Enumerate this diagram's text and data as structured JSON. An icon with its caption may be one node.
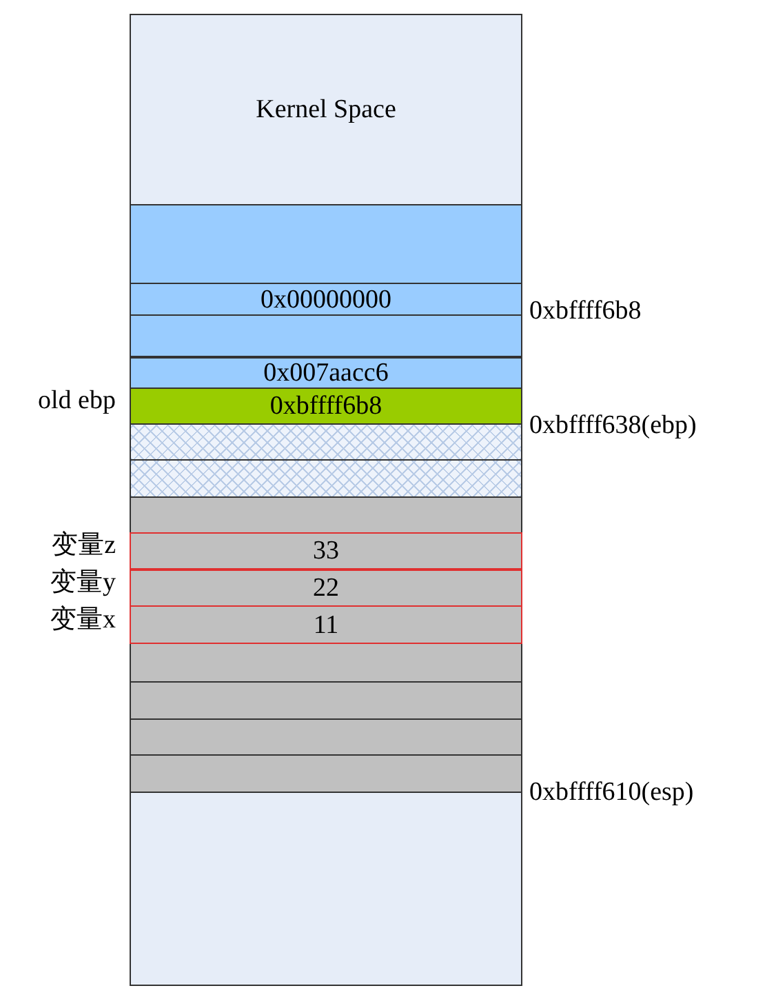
{
  "diagram": {
    "nodes": [
      {
        "text": [
          "Kernel Space"
        ]
      },
      {
        "text": [],
        "shape": "box"
      },
      {
        "text": [
          "0x00000000"
        ]
      },
      {
        "text": [],
        "shape": "box"
      },
      {
        "text": [
          "0x007aacc6"
        ]
      },
      {
        "text": [
          "0xbffff6b8"
        ],
        "beside": [
          "old ebp"
        ]
      },
      {
        "text": [],
        "shape": "box"
      },
      {
        "text": [],
        "shape": "box"
      },
      {
        "text": [],
        "shape": "box"
      },
      {
        "text": [
          "33"
        ],
        "beside": [
          "变量z"
        ]
      },
      {
        "text": [
          "22"
        ],
        "beside": [
          "变量y"
        ]
      },
      {
        "text": [
          "11"
        ],
        "beside": [
          "变量x"
        ]
      },
      {
        "text": [],
        "shape": "box"
      },
      {
        "text": [],
        "shape": "box"
      },
      {
        "text": [],
        "shape": "box"
      },
      {
        "text": [],
        "shape": "box"
      },
      {
        "text": [],
        "shape": "box"
      }
    ],
    "labels": [
      "0xbffff6b8",
      "0xbffff638(ebp)",
      "0xbffff610(esp)"
    ]
  }
}
